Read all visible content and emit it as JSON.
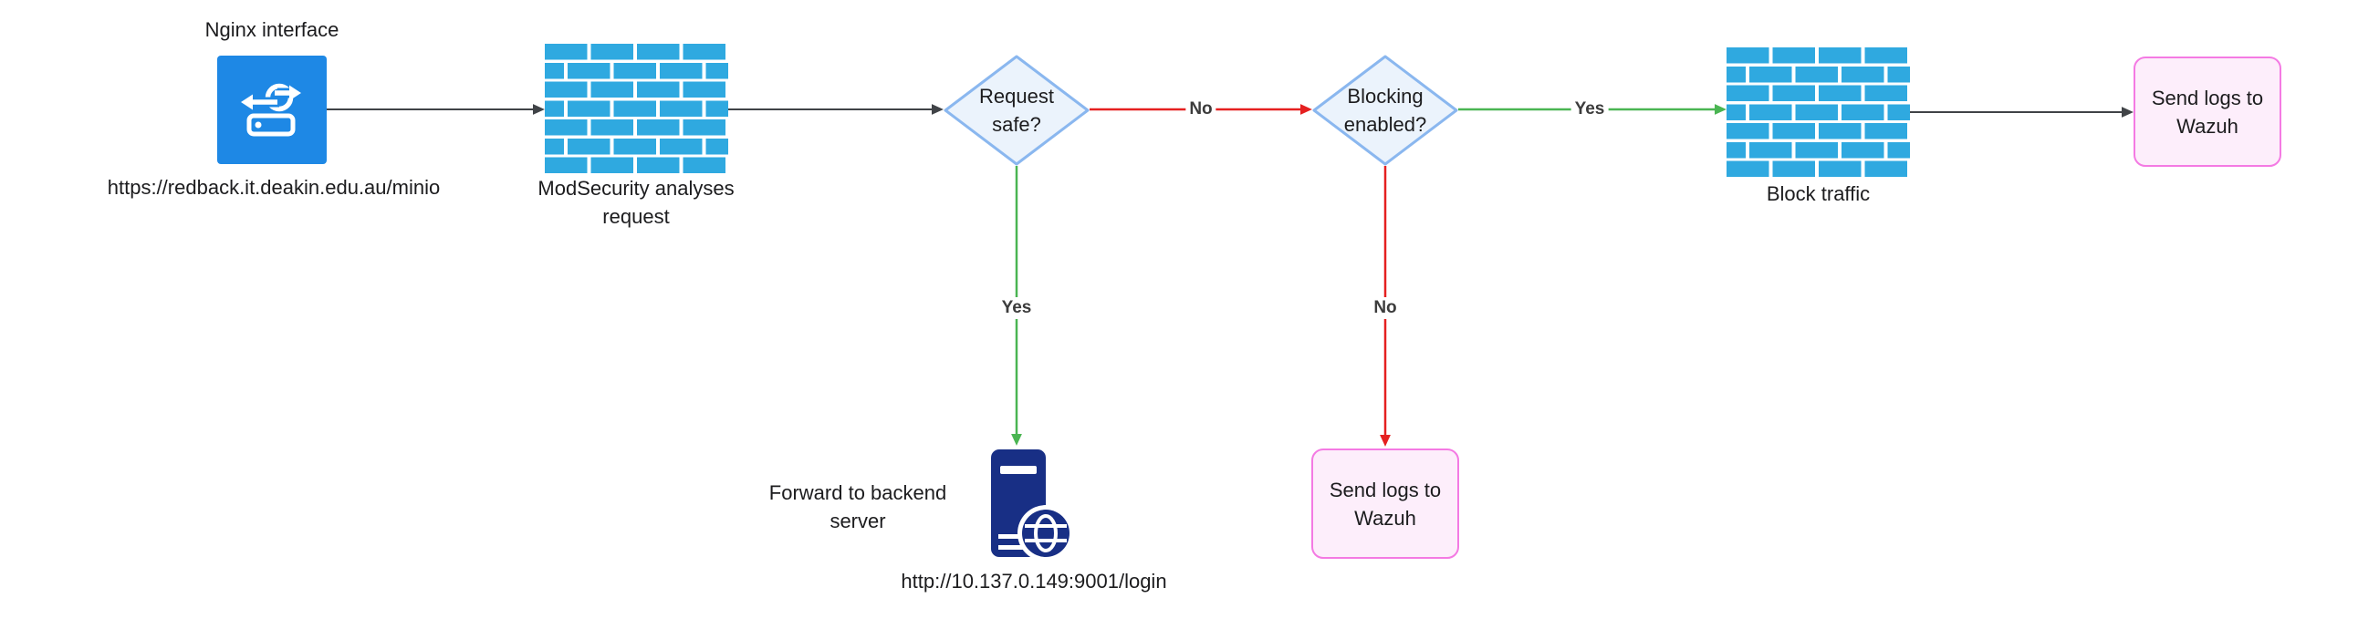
{
  "colors": {
    "nginx_icon_blue": "#1e88e5",
    "firewall_brick_blue": "#2fa9e0",
    "server_navy": "#182f85",
    "diamond_fill": "#ebf3fc",
    "diamond_border": "#8ab7ef",
    "wazuh_box_fill": "#fdeefb",
    "wazuh_box_border": "#f47ae3",
    "edge_neutral": "#404347",
    "edge_negative_red": "#e52020",
    "edge_positive_green": "#4ab552"
  },
  "nodes": {
    "nginx": {
      "title": "Nginx interface",
      "url": "https://redback.it.deakin.edu.au/minio",
      "icon": "reverse-proxy-icon"
    },
    "modsecurity": {
      "label_line1": "ModSecurity analyses",
      "label_line2": "request",
      "icon": "firewall-icon"
    },
    "request_safe": {
      "line1": "Request",
      "line2": "safe?"
    },
    "blocking_enabled": {
      "line1": "Blocking",
      "line2": "enabled?"
    },
    "block_traffic": {
      "label": "Block traffic",
      "icon": "firewall-icon"
    },
    "send_logs_wazuh_right": {
      "line1": "Send logs to",
      "line2": "Wazuh"
    },
    "forward_backend": {
      "label_line1": "Forward to backend",
      "label_line2": "server",
      "url": "http://10.137.0.149:9001/login",
      "icon": "backend-server-globe-icon"
    },
    "send_logs_wazuh_bottom": {
      "line1": "Send logs to",
      "line2": "Wazuh"
    }
  },
  "edge_labels": {
    "request_safe_no": "No",
    "blocking_enabled_yes": "Yes",
    "request_safe_yes": "Yes",
    "blocking_enabled_no": "No"
  }
}
